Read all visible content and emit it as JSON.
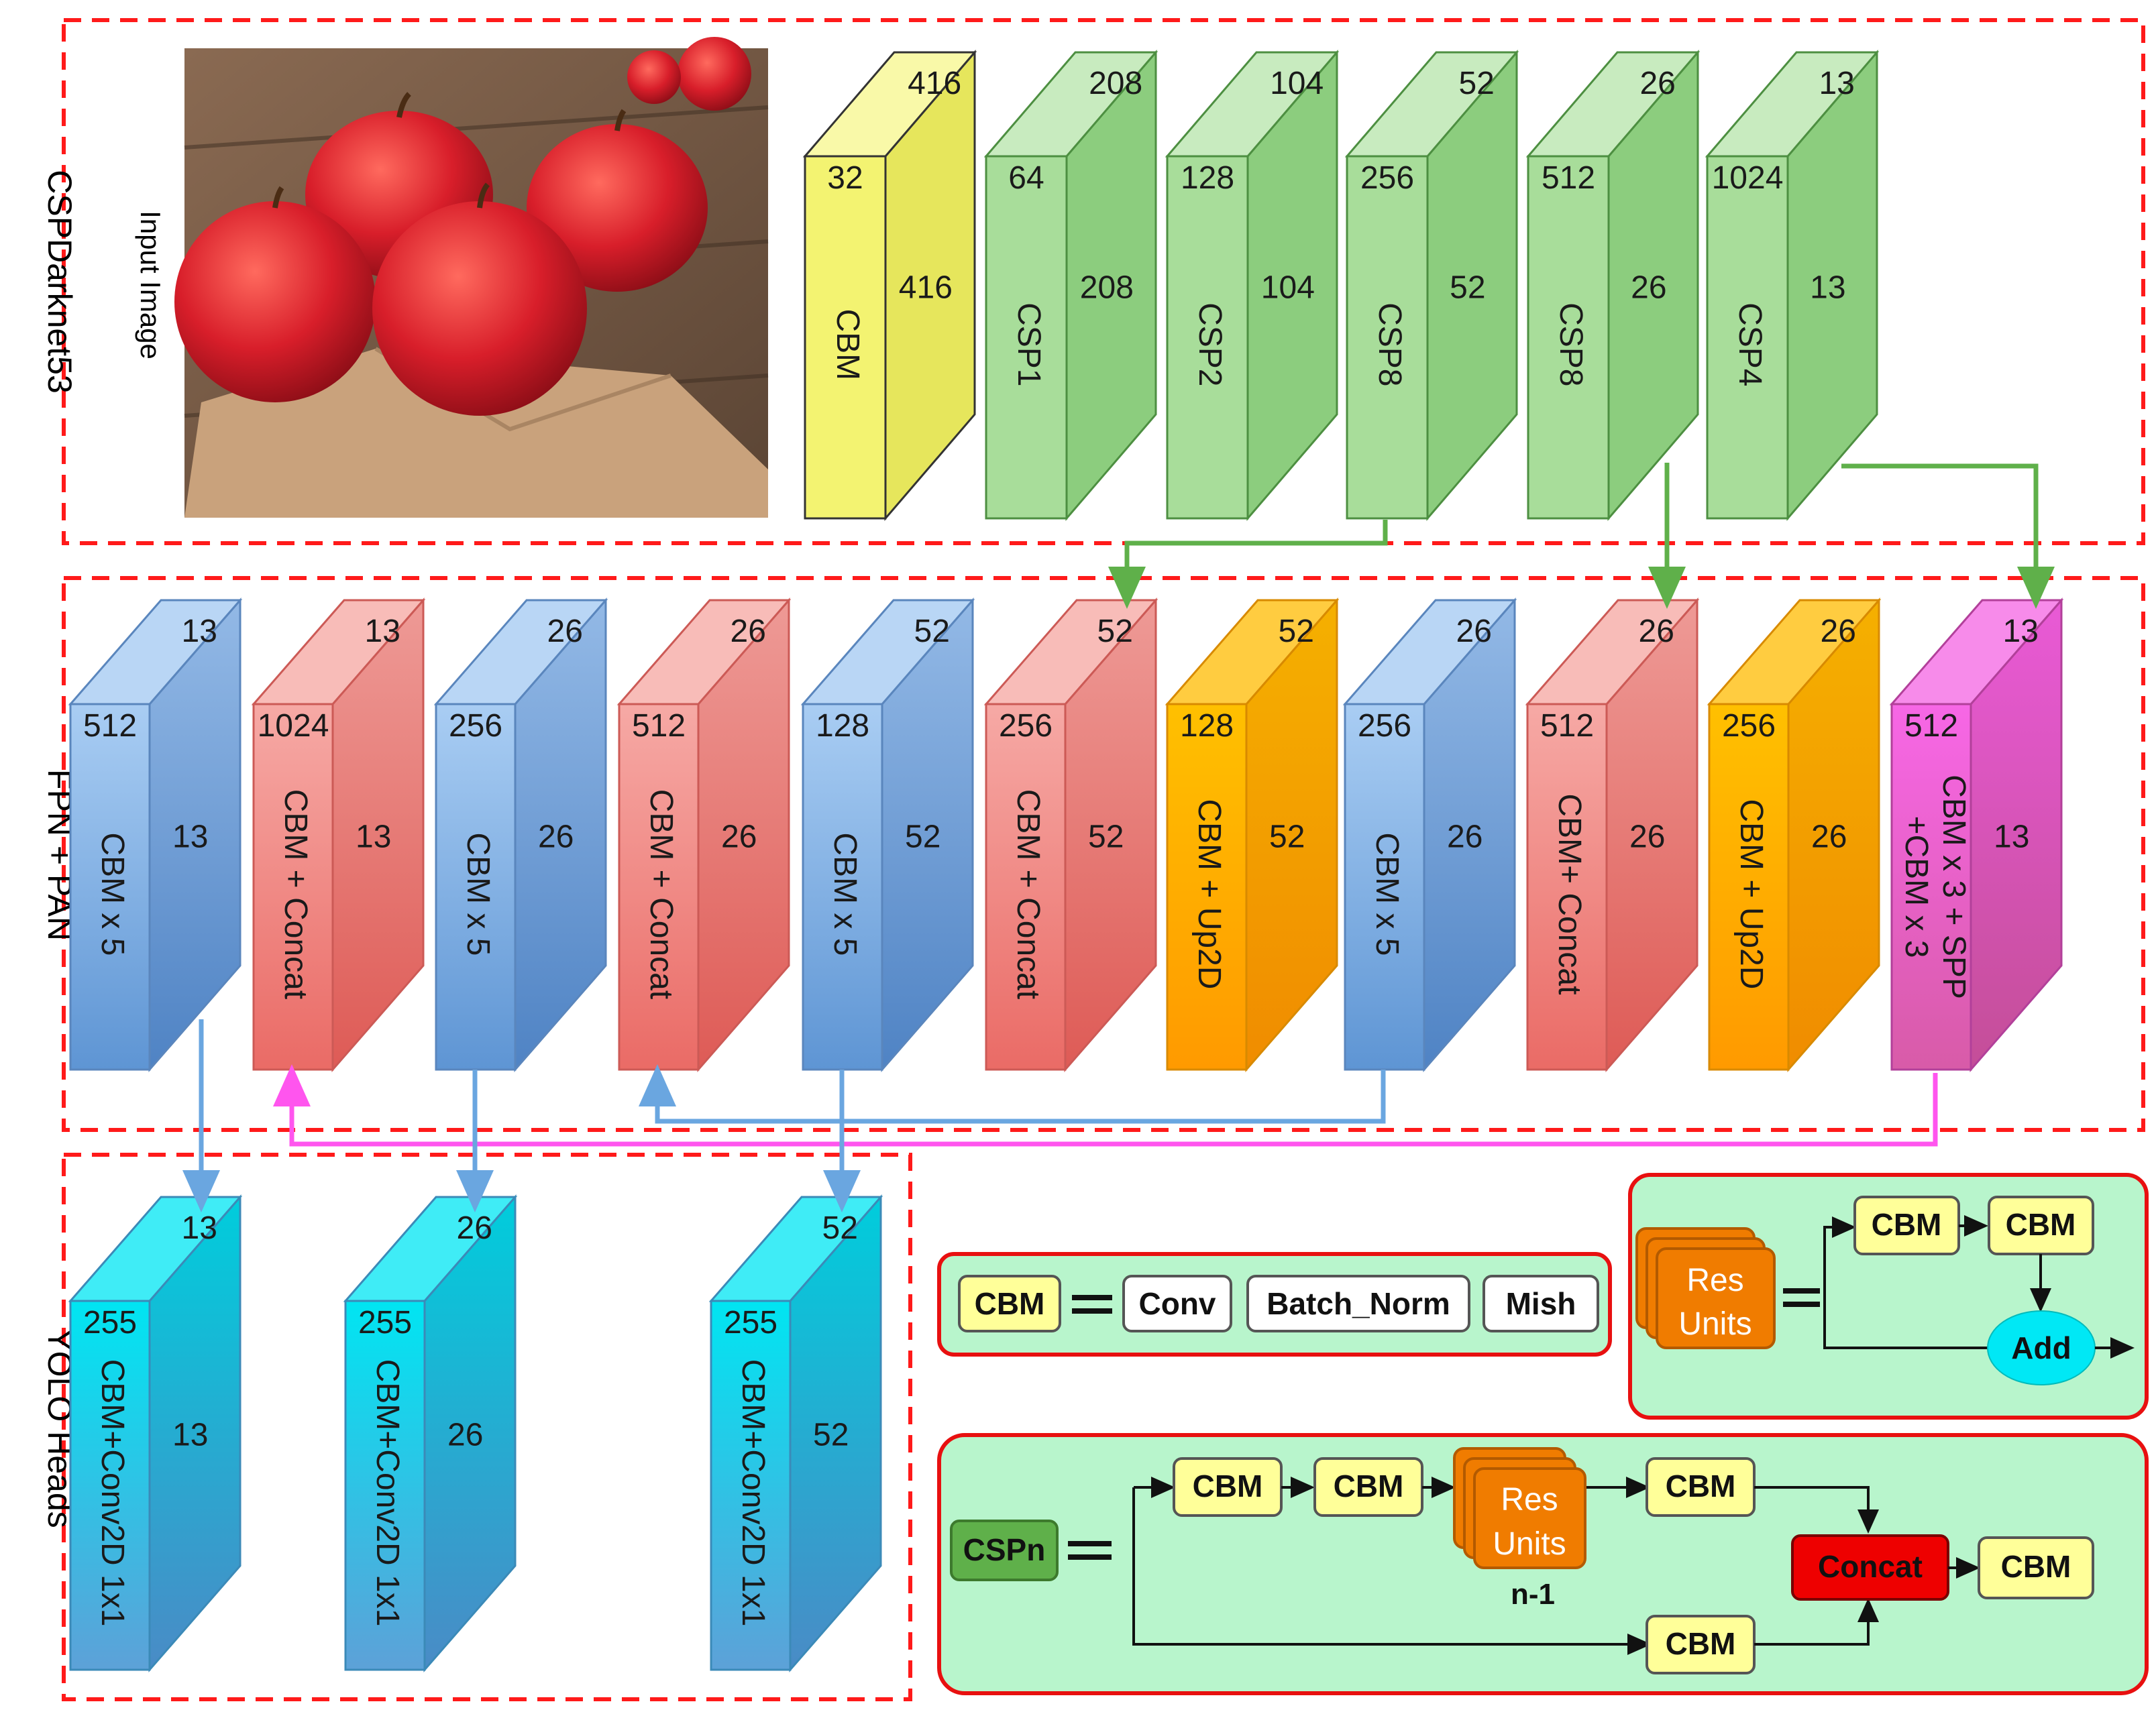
{
  "colors": {
    "section_border": "#ff1a1a",
    "legend_bg": "#b8f5cc",
    "legend_border": "#e81010",
    "arrow_green": "#5fb04a",
    "arrow_blue": "#6aa6e0",
    "arrow_magenta": "#ff55ee"
  },
  "sections": {
    "backbone": "CSPDarknet53",
    "neck": "FPN + PAN",
    "heads": "YOLO Heads",
    "input_label": "Input Image"
  },
  "backbone_blocks": [
    {
      "label": "CBM",
      "channels": "32",
      "width": "416",
      "height": "416",
      "color": "yellow"
    },
    {
      "label": "CSP1",
      "channels": "64",
      "width": "208",
      "height": "208",
      "color": "green"
    },
    {
      "label": "CSP2",
      "channels": "128",
      "width": "104",
      "height": "104",
      "color": "green"
    },
    {
      "label": "CSP8",
      "channels": "256",
      "width": "52",
      "height": "52",
      "color": "green"
    },
    {
      "label": "CSP8",
      "channels": "512",
      "width": "26",
      "height": "26",
      "color": "green"
    },
    {
      "label": "CSP4",
      "channels": "1024",
      "width": "13",
      "height": "13",
      "color": "green"
    }
  ],
  "neck_blocks": [
    {
      "label": "CBM x 5",
      "channels": "512",
      "width": "13",
      "height": "13",
      "color": "blue"
    },
    {
      "label": "CBM + Concat",
      "channels": "1024",
      "width": "13",
      "height": "13",
      "color": "red"
    },
    {
      "label": "CBM x 5",
      "channels": "256",
      "width": "26",
      "height": "26",
      "color": "blue"
    },
    {
      "label": "CBM + Concat",
      "channels": "512",
      "width": "26",
      "height": "26",
      "color": "red"
    },
    {
      "label": "CBM x 5",
      "channels": "128",
      "width": "52",
      "height": "52",
      "color": "blue"
    },
    {
      "label": "CBM + Concat",
      "channels": "256",
      "width": "52",
      "height": "52",
      "color": "red"
    },
    {
      "label": "CBM + Up2D",
      "channels": "128",
      "width": "52",
      "height": "52",
      "color": "orange"
    },
    {
      "label": "CBM x 5",
      "channels": "256",
      "width": "26",
      "height": "26",
      "color": "blue"
    },
    {
      "label": "CBM+ Concat",
      "channels": "512",
      "width": "26",
      "height": "26",
      "color": "red"
    },
    {
      "label": "CBM + Up2D",
      "channels": "256",
      "width": "26",
      "height": "26",
      "color": "orange"
    },
    {
      "label": "CBM x 3 + SPP",
      "label2": "+CBM x 3",
      "channels": "512",
      "width": "13",
      "height": "13",
      "color": "magenta"
    }
  ],
  "head_blocks": [
    {
      "label": "CBM+Conv2D 1x1",
      "channels": "255",
      "width": "13",
      "height": "13"
    },
    {
      "label": "CBM+Conv2D 1x1",
      "channels": "255",
      "width": "26",
      "height": "26"
    },
    {
      "label": "CBM+Conv2D 1x1",
      "channels": "255",
      "width": "52",
      "height": "52"
    }
  ],
  "legend": {
    "cbm": {
      "name": "CBM",
      "parts": [
        "Conv",
        "Batch_Norm",
        "Mish"
      ]
    },
    "res": {
      "name_line1": "Res",
      "name_line2": "Units",
      "cbm1": "CBM",
      "cbm2": "CBM",
      "add": "Add"
    },
    "csp": {
      "name": "CSPn",
      "cbm1": "CBM",
      "cbm2": "CBM",
      "res_line1": "Res",
      "res_line2": "Units",
      "res_count": "n-1",
      "cbm3": "CBM",
      "concat": "Concat",
      "cbm_out": "CBM",
      "cbm_bottom": "CBM"
    }
  }
}
